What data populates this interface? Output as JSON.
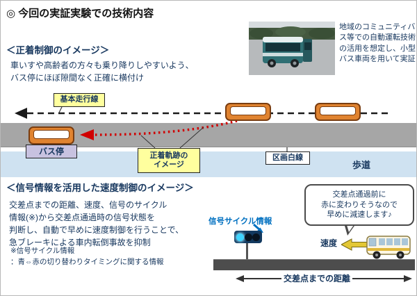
{
  "colors": {
    "navy_text": "#17375e",
    "blue_label": "#0070c0",
    "trajectory_red": "#d00000",
    "yellow_label_bg": "#ffff9e",
    "bus_stop_purple": "#c8c2e0",
    "sidewalk_blue": "#cfe2f1",
    "road_gray": "#a6a6a6",
    "dark_road": "#4d4d4d",
    "bus_orange": "#e08330"
  },
  "title": "◎ 今回の実証実験での技術内容",
  "photo": {
    "caption": "地域のコミュニティバス等での自動運転技術の活用を想定し、小型バス車両を用いて実証"
  },
  "docking": {
    "heading": "＜正着制御のイメージ＞",
    "body": "車いすや高齢者の方々も乗り降りしやすいよう、\nバス停にほぼ隙間なく正確に横付け",
    "baseline_label": "基本走行線",
    "bus_stop_label": "バス停",
    "trajectory_label": "正着軌跡の\nイメージ",
    "white_line_label": "区画白線",
    "sidewalk_label": "歩道"
  },
  "speed_control": {
    "heading": "＜信号情報を活用した速度制御のイメージ＞",
    "body": "交差点までの距離、速度、信号のサイクル\n情報(※)から交差点通過時の信号状態を\n判断し、自動で早めに速度制御を行うことで、\n急ブレーキによる車内転倒事故を抑制",
    "footnote": "※信号サイクル情報\n：青⇔赤の切り替わりタイミングに関する情報",
    "bubble": "交差点通過前に\n赤に変わりそうなので\n早めに減速します♪",
    "signal_cycle_label": "信号サイクル情報",
    "speed_label": "速度",
    "distance_label": "交差点までの距離"
  }
}
